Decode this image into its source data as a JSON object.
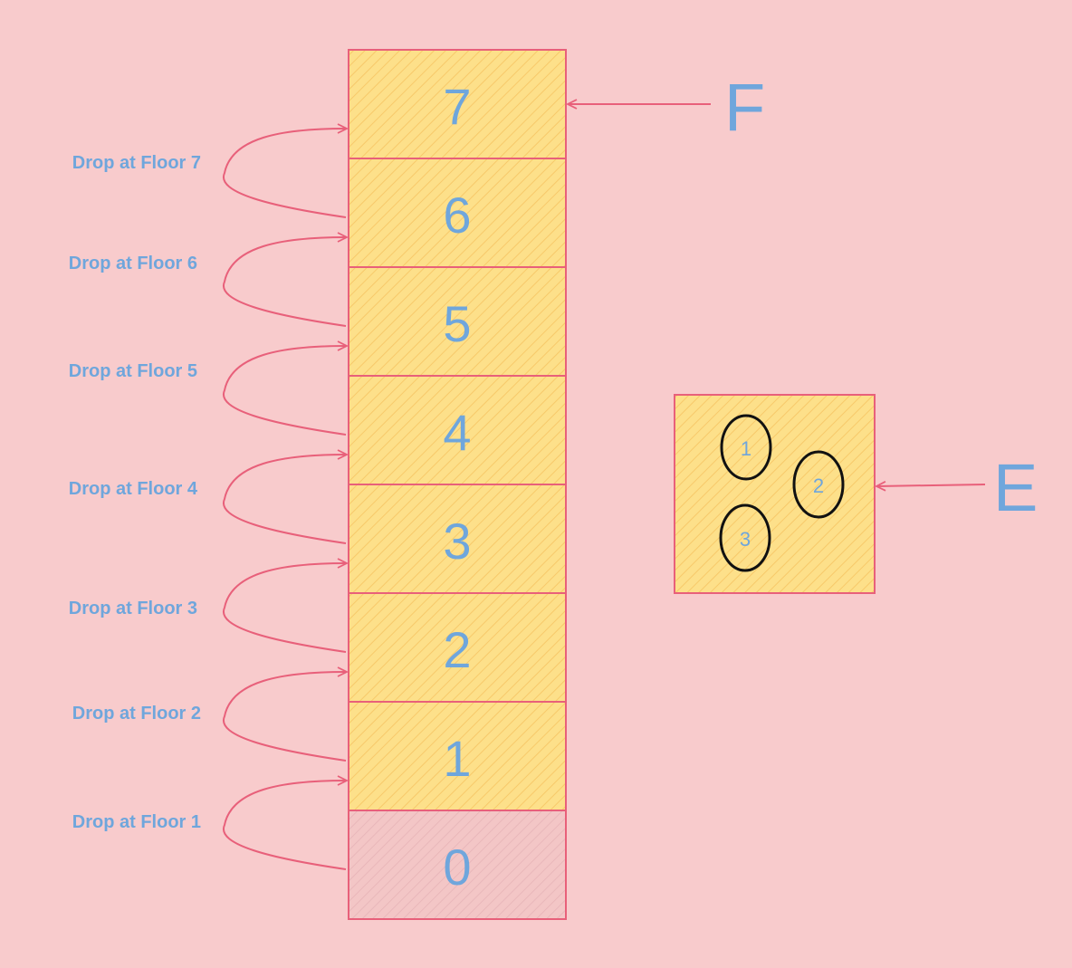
{
  "colors": {
    "background": "#f8cbcc",
    "floor_fill": "#fde08a",
    "ground_fill": "#f1c3c3",
    "stroke": "#e8607a",
    "label_blue": "#6fa6dc",
    "egg_outline": "#111111"
  },
  "building": {
    "floors": [
      "7",
      "6",
      "5",
      "4",
      "3",
      "2",
      "1",
      "0"
    ],
    "label": "F"
  },
  "drops": [
    "Drop at Floor 7",
    "Drop at Floor 6",
    "Drop at Floor 5",
    "Drop at Floor 4",
    "Drop at Floor 3",
    "Drop at Floor 2",
    "Drop at Floor 1"
  ],
  "eggs": {
    "label": "E",
    "items": [
      "1",
      "2",
      "3"
    ]
  }
}
